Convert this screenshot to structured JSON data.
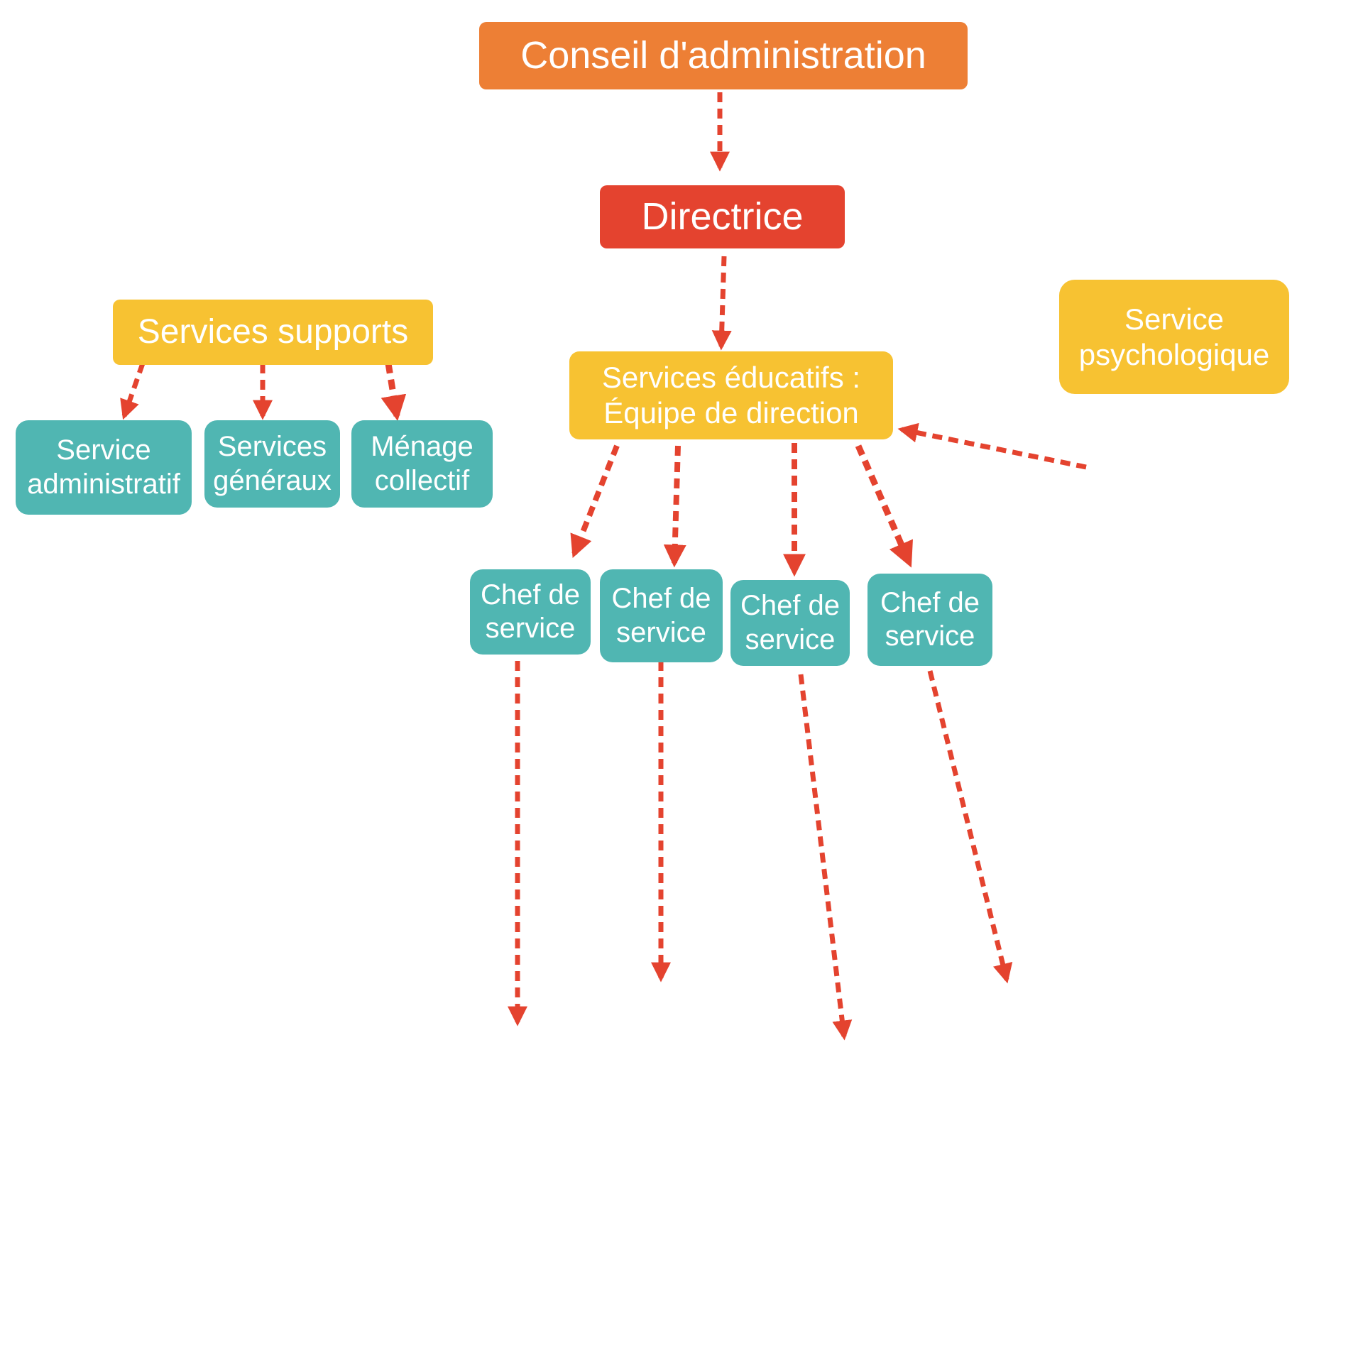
{
  "colors": {
    "conseil": "#ed7f35",
    "directrice": "#e4432f",
    "yellow_nodes": "#f7c232",
    "teal_nodes": "#50b6b2",
    "arrows": "#e4432f"
  },
  "nodes": {
    "conseil": {
      "lines": [
        "Conseil d'administration"
      ]
    },
    "directrice": {
      "lines": [
        "Directrice"
      ]
    },
    "services_supports": {
      "lines": [
        "Services supports"
      ]
    },
    "services_educatifs": {
      "lines": [
        "Services éducatifs :",
        "Équipe de direction"
      ]
    },
    "service_psychologique": {
      "lines": [
        "Service",
        "psychologique"
      ]
    },
    "service_administratif": {
      "lines": [
        "Service",
        "administratif"
      ]
    },
    "services_generaux": {
      "lines": [
        "Services",
        "généraux"
      ]
    },
    "menage_collectif": {
      "lines": [
        "Ménage",
        "collectif"
      ]
    },
    "chefs": [
      {
        "lines": [
          "Chef de",
          "service"
        ]
      },
      {
        "lines": [
          "Chef de",
          "service"
        ]
      },
      {
        "lines": [
          "Chef de",
          "service"
        ]
      },
      {
        "lines": [
          "Chef de",
          "service"
        ]
      }
    ]
  },
  "connectors": [
    {
      "from": "conseil",
      "to": "directrice",
      "style": "dashed-arrow"
    },
    {
      "from": "directrice",
      "to": "services_educatifs",
      "style": "dashed-arrow"
    },
    {
      "from": "services_supports",
      "to": "service_administratif",
      "style": "dashed-arrow"
    },
    {
      "from": "services_supports",
      "to": "services_generaux",
      "style": "dashed-arrow"
    },
    {
      "from": "services_supports",
      "to": "menage_collectif",
      "style": "dashed-arrow"
    },
    {
      "from": "services_educatifs",
      "to": "chefs.0",
      "style": "dashed-arrow"
    },
    {
      "from": "services_educatifs",
      "to": "chefs.1",
      "style": "dashed-arrow"
    },
    {
      "from": "services_educatifs",
      "to": "chefs.2",
      "style": "dashed-arrow"
    },
    {
      "from": "services_educatifs",
      "to": "chefs.3",
      "style": "dashed-arrow"
    },
    {
      "from": "service_psychologique",
      "to": "services_educatifs",
      "style": "dashed-arrow"
    },
    {
      "from": "chefs.0",
      "to": "",
      "style": "dashed-arrow"
    },
    {
      "from": "chefs.1",
      "to": "",
      "style": "dashed-arrow"
    },
    {
      "from": "chefs.2",
      "to": "",
      "style": "dashed-arrow"
    },
    {
      "from": "chefs.3",
      "to": "",
      "style": "dashed-arrow"
    }
  ]
}
